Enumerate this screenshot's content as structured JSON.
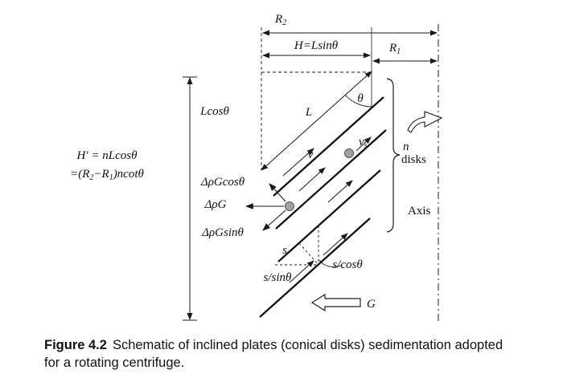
{
  "figure": {
    "caption_label": "Figure 4.2",
    "caption_body": "Schematic of inclined plates (conical disks) sedimentation adopted for a rotating centrifuge."
  },
  "labels": {
    "r2": {
      "base": "R",
      "sub": "2"
    },
    "r1": {
      "base": "R",
      "sub": "1"
    },
    "h_eq": "H=Lsinθ",
    "l_cos": "Lcosθ",
    "l": "L",
    "theta": "θ",
    "v": "v",
    "vs": {
      "base": "v",
      "sub": "s"
    },
    "n": "n",
    "disks": "disks",
    "axis": "Axis",
    "h_prime_1": "H′ = nLcosθ",
    "h_prime_2": {
      "p0": "=(R",
      "s0": "2",
      "p1": "−R",
      "s1": "1",
      "p2": ")ncotθ"
    },
    "force_cos": "ΔρGcosθ",
    "force": "ΔρG",
    "force_sin": "ΔρGsinθ",
    "s": "s",
    "s_sin": "s/sinθ",
    "s_cos": "s/cosθ",
    "g": "G"
  },
  "colors": {
    "line": "#1a1a1a",
    "particle_fill": "#a0a0a0"
  }
}
